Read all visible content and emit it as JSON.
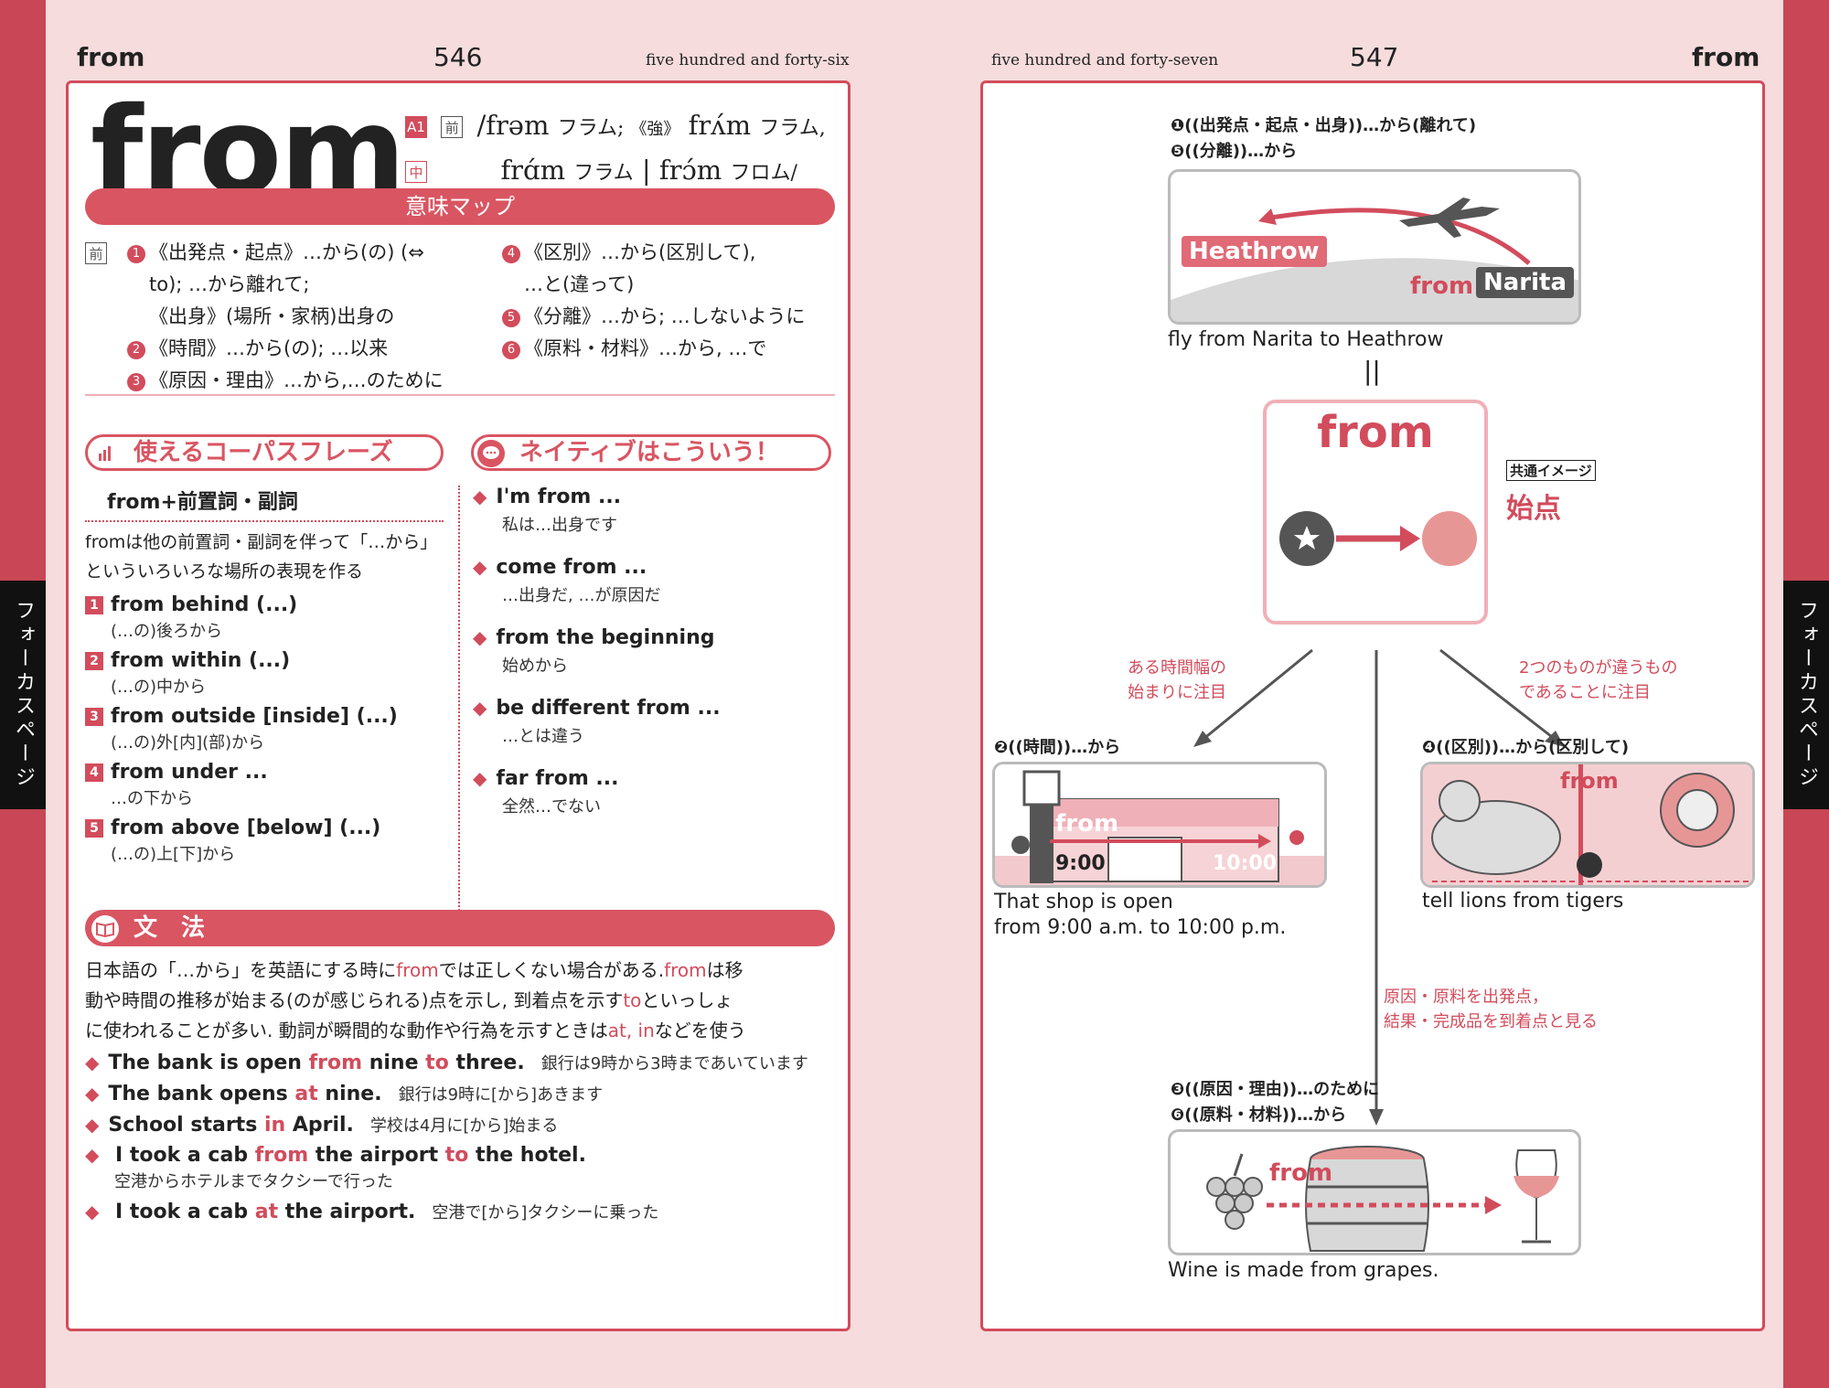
{
  "left_header": {
    "word": "from",
    "page": "546",
    "text": "five hundred and forty-six"
  },
  "right_header": {
    "word": "from",
    "page": "547",
    "text": "five hundred and forty-seven"
  },
  "side_tab": "フォーカスページ",
  "entry": {
    "headword": "from",
    "level1": "A1",
    "level2": "中",
    "pos": "前",
    "pron_line1a": "/frəm ",
    "pron_line1b": "フラム; ",
    "pron_line1c": "《強》",
    "pron_line1d": " frʌ́m ",
    "pron_line1e": "フラム,",
    "pron_line2a": "frɑ́m ",
    "pron_line2b": "フラム",
    "pron_line2c": " | frɔ́m ",
    "pron_line2d": "フロム/"
  },
  "meaning_map": {
    "title": "意味マップ",
    "pos": "前",
    "col1": [
      {
        "n": "1",
        "text": "《出発点・起点》…から(の) (⇔"
      },
      {
        "n": "",
        "text": "to); …から離れて;"
      },
      {
        "n": "",
        "text": "《出身》(場所・家柄)出身の"
      },
      {
        "n": "2",
        "text": "《時間》…から(の); …以来"
      },
      {
        "n": "3",
        "text": "《原因・理由》…から,…のために"
      }
    ],
    "col2": [
      {
        "n": "4",
        "text": "《区別》…から(区別して),"
      },
      {
        "n": "",
        "text": "…と(違って)"
      },
      {
        "n": "5",
        "text": "《分離》…から; …しないように"
      },
      {
        "n": "6",
        "text": "《原料・材料》…から, …で"
      }
    ]
  },
  "corpus": {
    "title": "使えるコーパスフレーズ",
    "subtitle": "from+前置詞・副詞",
    "desc1": "fromは他の前置詞・副詞を伴って「…から」",
    "desc2": "といういろいろな場所の表現を作る",
    "items": [
      {
        "n": "1",
        "en": "from behind (...)",
        "ja": "(…の)後ろから"
      },
      {
        "n": "2",
        "en": "from within (...)",
        "ja": "(…の)中から"
      },
      {
        "n": "3",
        "en": "from outside [inside] (...)",
        "ja": "(…の)外[内](部)から"
      },
      {
        "n": "4",
        "en": "from under ...",
        "ja": "…の下から"
      },
      {
        "n": "5",
        "en": "from above [below] (...)",
        "ja": "(…の)上[下]から"
      }
    ]
  },
  "native": {
    "title": "ネイティブはこういう！",
    "items": [
      {
        "en": "I'm from ...",
        "ja": "私は…出身です"
      },
      {
        "en": "come from ...",
        "ja": "…出身だ, …が原因だ"
      },
      {
        "en": "from the beginning",
        "ja": "始めから"
      },
      {
        "en": "be different from ...",
        "ja": "…とは違う"
      },
      {
        "en": "far from ...",
        "ja": "全然…でない"
      }
    ]
  },
  "grammar": {
    "title": "文　法",
    "p1a": "日本語の「…から」を英語にする時に",
    "p1b": "from",
    "p1c": "では正しくない場合がある.",
    "p1d": "from",
    "p1e": "は移",
    "p2": "動や時間の推移が始まる(のが感じられる)点を示し, 到着点を示す",
    "p2b": "to",
    "p2c": "といっしょ",
    "p3": "に使われることが多い. 動詞が瞬間的な動作や行為を示すときは",
    "p3b": "at, in",
    "p3c": "などを使う",
    "examples": [
      {
        "a": "The bank is open ",
        "b": "from",
        "c": " nine ",
        "d": "to",
        "e": " three.",
        "ja": "銀行は9時から3時まであいています"
      },
      {
        "a": "The bank opens ",
        "b": "at",
        "c": " nine.",
        "d": "",
        "e": "",
        "ja": "銀行は9時に[から]あきます"
      },
      {
        "a": "School starts ",
        "b": "in",
        "c": " April.",
        "d": "",
        "e": "",
        "ja": "学校は4月に[から]始まる"
      },
      {
        "a": " I took a cab ",
        "b": "from",
        "c": " the airport ",
        "d": "to",
        "e": " the hotel.",
        "ja2": "空港からホテルまでタクシーで行った"
      },
      {
        "a": " I took a cab ",
        "b": "at",
        "c": " the airport.",
        "d": "",
        "e": "",
        "ja": "空港で[から]タクシーに乗った"
      }
    ]
  },
  "right": {
    "top_label1": "❶((出発点・起点・出身))…から(離れて)",
    "top_label2": "❺((分離))…から",
    "heathrow": "Heathrow",
    "narita": "Narita",
    "from_word": "from",
    "top_caption": "fly from Narita to Heathrow",
    "equals": "||",
    "center_from": "from",
    "common_image": "共通イメージ",
    "start_point": "始点",
    "note_left1": "ある時間幅の",
    "note_left2": "始まりに注目",
    "note_right1": "2つのものが違うもの",
    "note_right2": "であることに注目",
    "time_label": "❷((時間))…から",
    "time_open": "9:00",
    "time_close": "10:00",
    "time_caption1": "That shop is open",
    "time_caption2": "from 9:00 a.m. to 10:00 p.m.",
    "dist_label": "❹((区別))…から(区別して)",
    "dist_caption": "tell lions from tigers",
    "note_bottom1": "原因・原料を出発点，",
    "note_bottom2": "結果・完成品を到着点と見る",
    "bottom_label1": "❸((原因・理由))…のために",
    "bottom_label2": "❻((原料・材料))…から",
    "bottom_caption": "Wine is made from grapes."
  },
  "colors": {
    "accent": "#d24c5c",
    "bg": "#f6dcdc",
    "edge": "#c84655"
  }
}
